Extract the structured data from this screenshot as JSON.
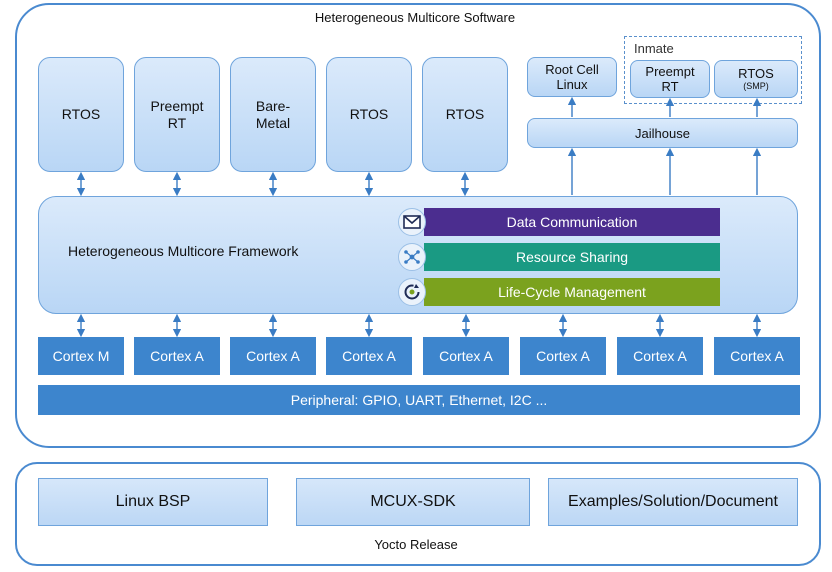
{
  "top_title": "Heterogeneous Multicore Software",
  "os_boxes": [
    {
      "label": "RTOS"
    },
    {
      "label": "Preempt RT"
    },
    {
      "label": "Bare-Metal"
    },
    {
      "label": "RTOS"
    },
    {
      "label": "RTOS"
    }
  ],
  "root_cell": "Root Cell Linux",
  "inmate": {
    "label": "Inmate",
    "preempt": "Preempt RT",
    "rtos": "RTOS",
    "rtos_sub": "(SMP)"
  },
  "jailhouse": "Jailhouse",
  "framework": {
    "label": "Heterogeneous Multicore Framework",
    "bars": [
      {
        "label": "Data Communication",
        "color": "#4b2d8f",
        "icon": "envelope-icon"
      },
      {
        "label": "Resource Sharing",
        "color": "#1a9a83",
        "icon": "network-share-icon"
      },
      {
        "label": "Life-Cycle Management",
        "color": "#7ba21e",
        "icon": "lifecycle-refresh-icon"
      }
    ]
  },
  "cores": [
    "Cortex M",
    "Cortex A",
    "Cortex A",
    "Cortex A",
    "Cortex A",
    "Cortex A",
    "Cortex A",
    "Cortex A"
  ],
  "peripheral": "Peripheral: GPIO, UART, Ethernet, I2C ...",
  "release": {
    "items": [
      "Linux BSP",
      "MCUX-SDK",
      "Examples/Solution/Document"
    ],
    "label": "Yocto Release"
  },
  "colors": {
    "border": "#4a8ad0",
    "core_fill": "#3d85cd",
    "arrow": "#3a7cc4"
  }
}
